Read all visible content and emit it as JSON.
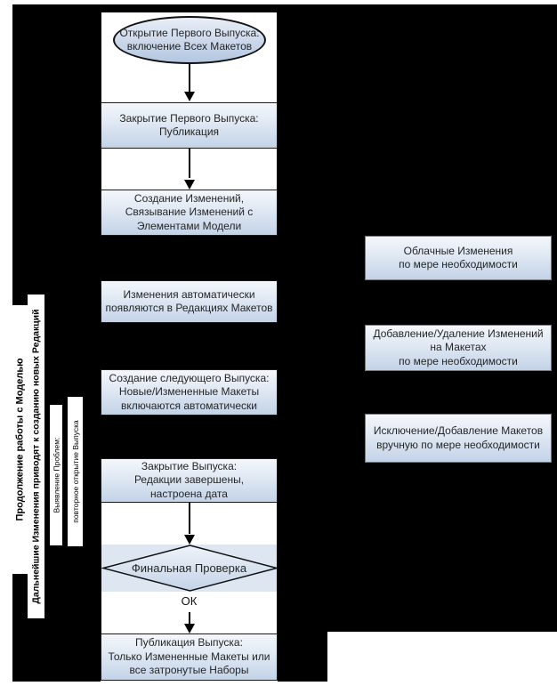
{
  "flow": {
    "start": {
      "lines": [
        "Открытие Первого Выпуска:",
        "включение Всех Макетов"
      ]
    },
    "boxes": [
      {
        "lines": [
          "Закрытие Первого Выпуска:",
          "Публикация"
        ]
      },
      {
        "lines": [
          "Создание Изменений,",
          "Связывание Изменений с",
          "Элементами Модели"
        ]
      },
      {
        "lines": [
          "Изменения автоматически",
          "появляются в Редакциях Макетов"
        ]
      },
      {
        "lines": [
          "Создание следующего Выпуска:",
          "Новые/Измененные Макеты",
          "включаются автоматически"
        ]
      },
      {
        "lines": [
          "Закрытие Выпуска:",
          "Редакции завершены,",
          "настроена дата"
        ]
      },
      {
        "lines": [
          "Публикация Выпуска:",
          "Только Измененные Макеты или",
          "все затронутые Наборы"
        ]
      }
    ],
    "decision": {
      "label": "Финальная Проверка"
    },
    "ok_label": "ОК"
  },
  "side_notes": [
    {
      "lines": [
        "Облачные Изменения",
        "по мере необходимости"
      ]
    },
    {
      "lines": [
        "Добавление/Удаление Изменений",
        "на Макетах",
        "по мере необходимости"
      ]
    },
    {
      "lines": [
        "Исключение/Добавление Макетов",
        "вручную по мере необходимости"
      ]
    }
  ],
  "left_labels": [
    {
      "text": "Продолжение работы с Моделью"
    },
    {
      "text": "Дальнейшие Изменения приводят к созданию новых Редакций"
    },
    {
      "text": "Выявление Проблем:"
    },
    {
      "text": "повторное открытие Выпуска"
    }
  ],
  "colors": {
    "background": "#000000",
    "page_margin": "#ffffff",
    "node_fill_top": "#f4f7fb",
    "node_fill_bottom": "#c3d3e8",
    "ellipse_fill_bottom": "#b4c7e0",
    "diamond_band": "#dde6f1",
    "node_border": "#1a1a1a",
    "side_border": "#787878",
    "text": "#262626"
  }
}
